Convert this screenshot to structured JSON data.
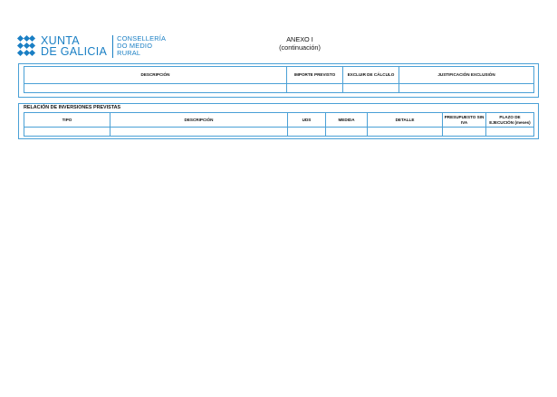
{
  "header": {
    "logo_line1": "XUNTA",
    "logo_line2": "DE GALICIA",
    "dept_line1": "CONSELLERÍA",
    "dept_line2": "DO MEDIO",
    "dept_line3": "RURAL",
    "annex_title": "ANEXO I",
    "annex_subtitle": "(continuación)"
  },
  "table1": {
    "columns": [
      "DESCRIPCIÓN",
      "IMPORTE PREVISTO",
      "EXCLUIR DE CÁLCULO",
      "JUSTIFICACIÓN EXCLUSIÓN"
    ]
  },
  "table2": {
    "title": "RELACIÓN DE INVERSIONES PREVISTAS",
    "columns": [
      "TIPO",
      "DESCRIPCIÓN",
      "UDS",
      "MEDIDA",
      "DETALLE",
      "PRESUPUESTO SIN IVA",
      "PLAZO DE EJECUCIÓN (meses)"
    ]
  },
  "colors": {
    "brand": "#1a7fc4",
    "border": "#4aa0d6"
  }
}
